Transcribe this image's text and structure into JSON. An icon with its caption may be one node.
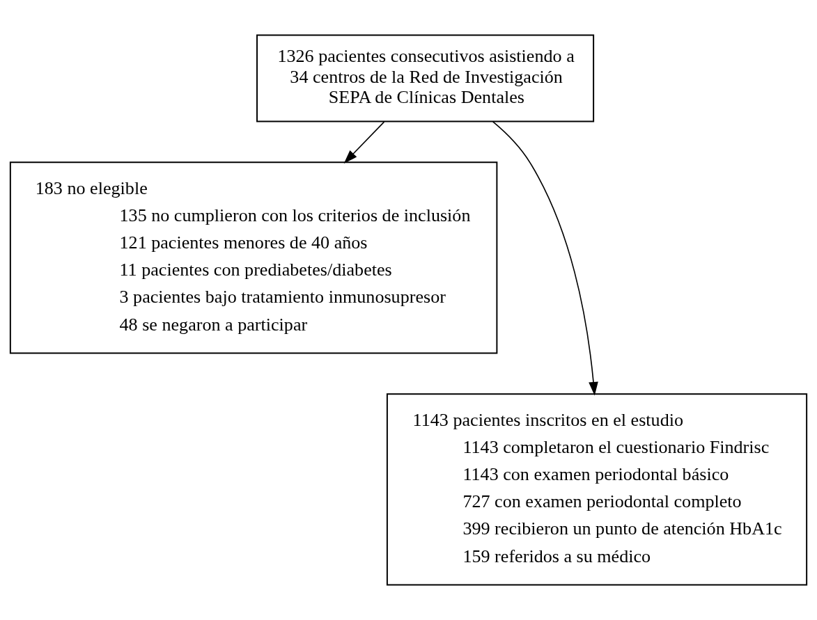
{
  "diagram": {
    "nodes": [
      {
        "text": [
          "1326 pacientes consecutivos asistiendo a 34 centros de la Red de Investigación SEPA de Clínicas Dentales"
        ]
      },
      {
        "text": [
          "183 no elegible",
          "135 no cumplieron con los criterios de inclusión",
          "121 pacientes menores de 40 años",
          "11 pacientes con prediabetes/diabetes",
          "3 pacientes bajo tratamiento inmunosupresor",
          "48 se negaron a participar"
        ]
      },
      {
        "text": [
          "1143 pacientes inscritos en el estudio",
          "1143 completaron el cuestionario Findrisc",
          "1143 con examen periodontal básico",
          "727 con examen periodontal completo",
          "399 recibieron un punto de atención HbA1c",
          "159 referidos a su médico"
        ]
      }
    ],
    "edges": [
      {
        "from": 0,
        "to": 1,
        "arrow": "to"
      },
      {
        "from": 0,
        "to": 2,
        "arrow": "to"
      }
    ]
  }
}
